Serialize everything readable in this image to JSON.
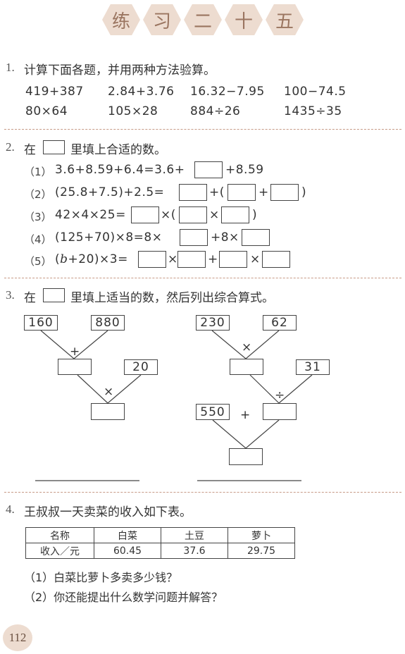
{
  "title": [
    "练",
    "习",
    "二",
    "十",
    "五"
  ],
  "q1": {
    "num": "1.",
    "text": "计算下面各题，并用两种方法验算。",
    "row1": [
      "419+387",
      "2.84+3.76",
      "16.32−7.95",
      "100−74.5"
    ],
    "row2": [
      "80×64",
      "105×28",
      "884÷26",
      "1435÷35"
    ]
  },
  "q2": {
    "num": "2.",
    "text_a": "在",
    "text_b": "里填上合适的数。",
    "items": [
      {
        "label": "（1）",
        "expr": "3.6+8.59+6.4=3.6+",
        "tail": "+8.59"
      },
      {
        "label": "（2）",
        "expr": "(25.8+7.5)+2.5=",
        "op1": "+(",
        "op2": "+",
        "close": ")"
      },
      {
        "label": "（3）",
        "expr": "42×4×25=",
        "op1": "×(",
        "op2": "×",
        "close": ")"
      },
      {
        "label": "（4）",
        "expr": "(125+70)×8=8×",
        "op1": "+8×"
      },
      {
        "label": "（5）",
        "expr_a": "(",
        "var": "b",
        "expr_b": "+20)×3=",
        "op1": "×",
        "op2": "+",
        "op3": "×"
      }
    ]
  },
  "q3": {
    "num": "3.",
    "text_a": "在",
    "text_b": "里填上适当的数，然后列出综合算式。",
    "left": {
      "a": "160",
      "b": "880",
      "op1": "+",
      "c": "20",
      "op2": "×"
    },
    "right": {
      "a": "230",
      "b": "62",
      "op1": "×",
      "c": "31",
      "op2": "÷",
      "d": "550",
      "op3": "+"
    }
  },
  "q4": {
    "num": "4.",
    "text": "王叔叔一天卖菜的收入如下表。",
    "table": {
      "headers": [
        "名称",
        "白菜",
        "土豆",
        "萝卜"
      ],
      "row": [
        "收入／元",
        "60.45",
        "37.6",
        "29.75"
      ]
    },
    "sub1": "（1）白菜比萝卜多卖多少钱？",
    "sub2": "（2）你还能提出什么数学问题并解答？"
  },
  "page_number": "112",
  "colors": {
    "accent": "#eddcd0",
    "divider": "#c79a86"
  }
}
